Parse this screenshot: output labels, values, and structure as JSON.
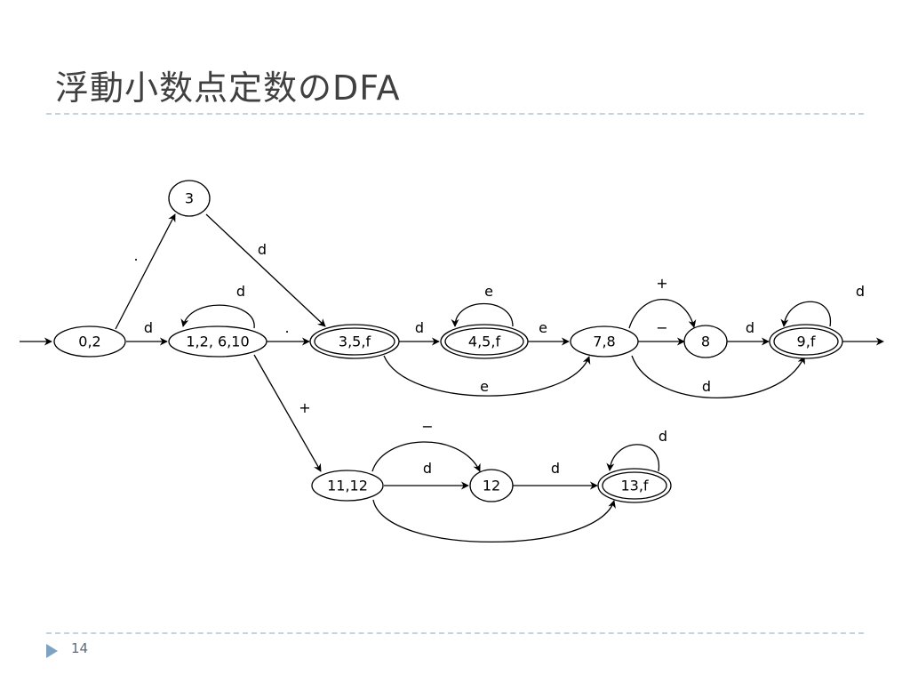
{
  "slide": {
    "title": "浮動小数点定数のDFA",
    "page_number": "14"
  },
  "diagram": {
    "states": [
      {
        "id": "s02",
        "label": "0,2",
        "accepting": false
      },
      {
        "id": "s3",
        "label": "3",
        "accepting": false
      },
      {
        "id": "s12610",
        "label": "1,2, 6,10",
        "accepting": false
      },
      {
        "id": "s35f",
        "label": "3,5,f",
        "accepting": true
      },
      {
        "id": "s45f",
        "label": "4,5,f",
        "accepting": true
      },
      {
        "id": "s78",
        "label": "7,8",
        "accepting": false
      },
      {
        "id": "s8",
        "label": "8",
        "accepting": false
      },
      {
        "id": "s9f",
        "label": "9,f",
        "accepting": true
      },
      {
        "id": "s1112",
        "label": "11,12",
        "accepting": false
      },
      {
        "id": "s12",
        "label": "12",
        "accepting": false
      },
      {
        "id": "s13f",
        "label": "13,f",
        "accepting": true
      }
    ],
    "transitions": [
      {
        "id": "t1",
        "label": "."
      },
      {
        "id": "t2",
        "label": "d"
      },
      {
        "id": "t3",
        "label": "d"
      },
      {
        "id": "t4",
        "label": "."
      },
      {
        "id": "t5",
        "label": "d"
      },
      {
        "id": "t6",
        "label": "d"
      },
      {
        "id": "t7",
        "label": "e"
      },
      {
        "id": "t8",
        "label": "e"
      },
      {
        "id": "t9",
        "label": "+"
      },
      {
        "id": "t10",
        "label": "−"
      },
      {
        "id": "t11",
        "label": "d"
      },
      {
        "id": "t12",
        "label": "d"
      },
      {
        "id": "t13",
        "label": "d"
      },
      {
        "id": "t14",
        "label": "e"
      },
      {
        "id": "t15",
        "label": "+"
      },
      {
        "id": "t16",
        "label": "−"
      },
      {
        "id": "t17",
        "label": "d"
      },
      {
        "id": "t18",
        "label": "d"
      },
      {
        "id": "t19",
        "label": "d"
      }
    ]
  }
}
